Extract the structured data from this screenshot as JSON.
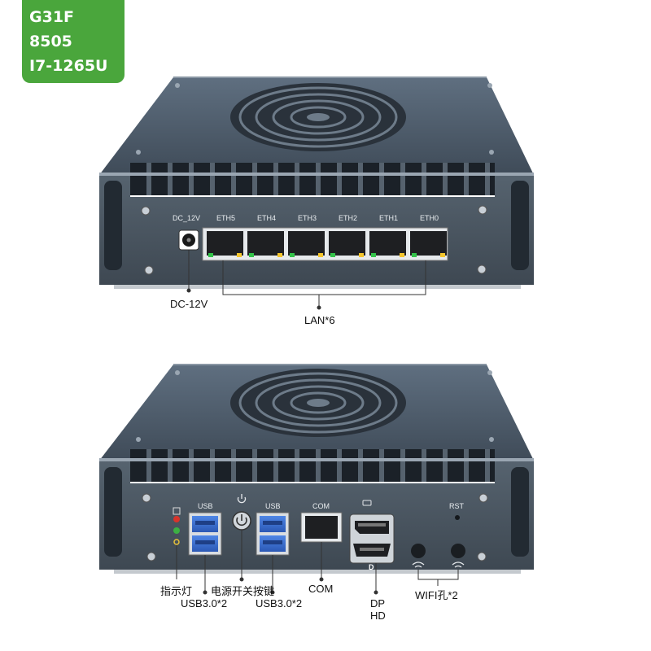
{
  "badge": {
    "line1": "G31F",
    "line2": "8505",
    "line3": "I7-1265U"
  },
  "top_unit": {
    "dc_port_label": "DC_12V",
    "eth_ports": [
      "ETH5",
      "ETH4",
      "ETH3",
      "ETH2",
      "ETH1",
      "ETH0"
    ],
    "callouts": {
      "dc": "DC-12V",
      "lan": "LAN*6"
    }
  },
  "bottom_unit": {
    "usb_left_label": "USB",
    "usb_right_label": "USB",
    "com_port_label": "COM",
    "rst_label": "RST",
    "callouts": {
      "indicator": "指示灯",
      "power_button": "电源开关按键",
      "usb_left": "USB3.0*2",
      "usb_right": "USB3.0*2",
      "com": "COM",
      "dp": "DP",
      "hd": "HD",
      "wifi": "WIFI孔*2"
    }
  },
  "colors": {
    "badge": "#4aa63c",
    "chassis": "#4d5b6a",
    "chassis_dark": "#2e3742",
    "chassis_edge": "#8a97a4",
    "usb_blue": "#3a6fd1",
    "led_red": "#d8342b",
    "led_green": "#3cb043",
    "led_yellow": "#e8c33a"
  }
}
